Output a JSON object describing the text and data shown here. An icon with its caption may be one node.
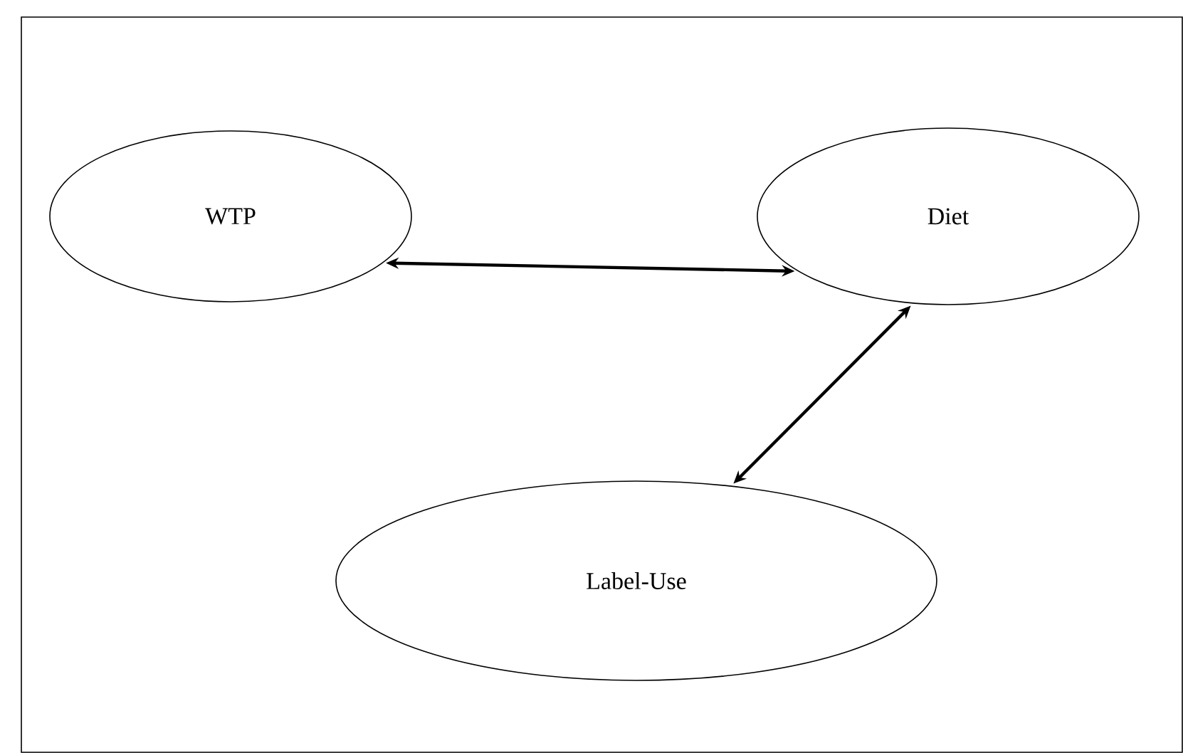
{
  "diagram": {
    "nodes": [
      {
        "text": [
          "WTP"
        ]
      },
      {
        "text": [
          "Diet"
        ]
      },
      {
        "text": [
          "Label-Use"
        ]
      }
    ],
    "edges": [
      {
        "from": 0,
        "to": 1,
        "arrow": "both"
      },
      {
        "from": 1,
        "to": 2,
        "arrow": "both"
      }
    ]
  }
}
